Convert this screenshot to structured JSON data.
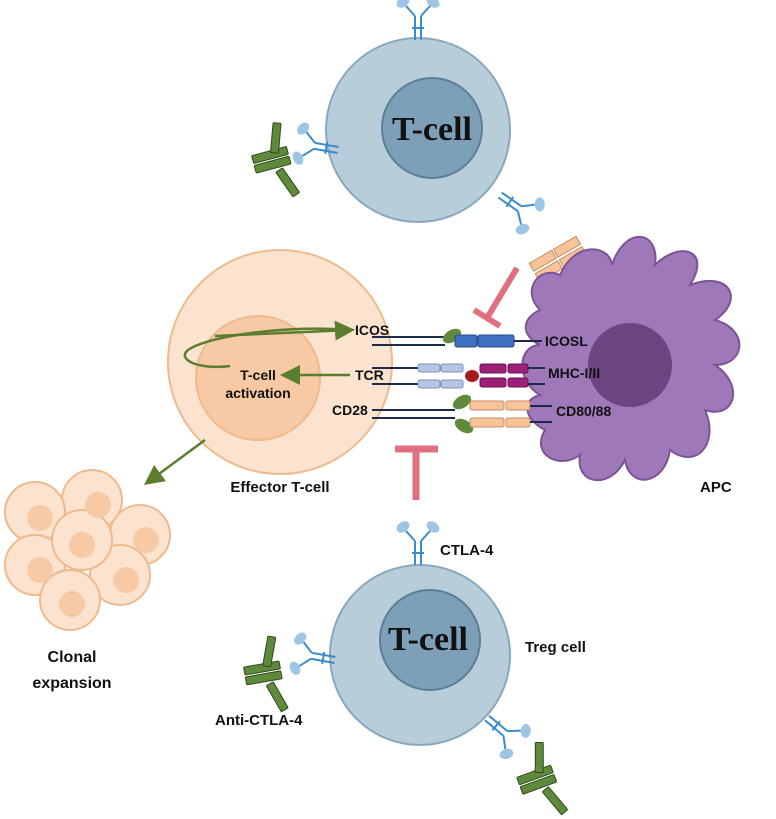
{
  "labels": {
    "tcell_top": "T-cell",
    "tcell_bottom": "T-cell",
    "effector": "Effector T-cell",
    "activation_line1": "T-cell",
    "activation_line2": "activation",
    "icos": "ICOS",
    "tcr": "TCR",
    "cd28": "CD28",
    "icosl": "ICOSL",
    "mhc": "MHC-I/II",
    "cd80": "CD80/88",
    "apc": "APC",
    "ctla4": "CTLA-4",
    "treg": "Treg cell",
    "anti_ctla4": "Anti-CTLA-4",
    "clonal_line1": "Clonal",
    "clonal_line2": "expansion"
  },
  "colors": {
    "tcell_outer": "#b7cdd9",
    "tcell_nucleus": "#7d9fb8",
    "effector_outer": "#fbe3d0",
    "effector_inner": "#f7c9a4",
    "effector_stroke": "#f0b98c",
    "apc_body": "#9e78b8",
    "apc_nucleus": "#6b4480",
    "receptor": "#3a8ccc",
    "receptor_tip": "#9ec4e6",
    "antibody": "#5f8a3c",
    "inhibit": "#e0707f",
    "arrow": "#5a7d2e"
  }
}
